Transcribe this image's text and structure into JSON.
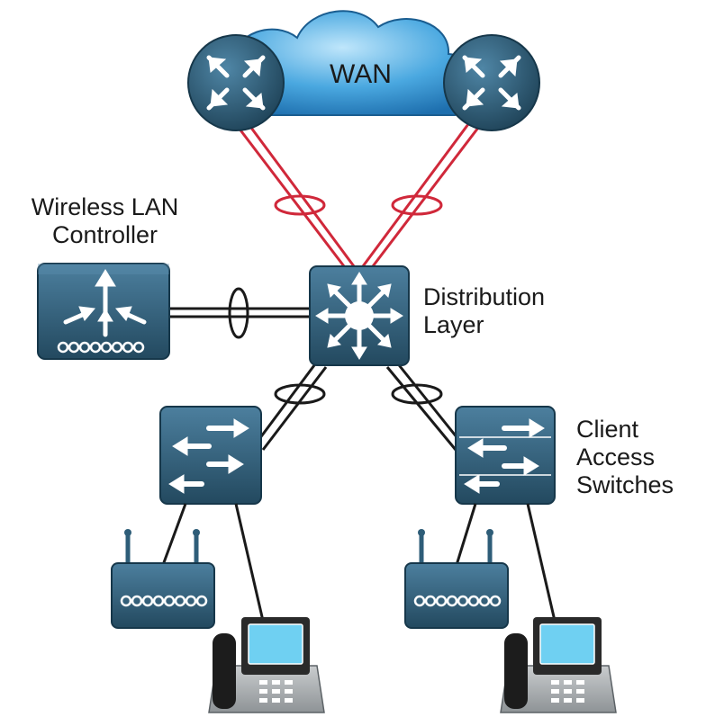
{
  "wan": {
    "label": "WAN"
  },
  "wlc": {
    "line1": "Wireless LAN",
    "line2": "Controller"
  },
  "distribution": {
    "line1": "Distribution",
    "line2": "Layer"
  },
  "access": {
    "line1": "Client",
    "line2": "Access",
    "line3": "Switches"
  },
  "colors": {
    "device": "#2e5d78",
    "device_dark": "#1f4358",
    "wan_link": "#d0283a",
    "cloud": "#2f8fd0",
    "cable": "#1a1a1a"
  }
}
